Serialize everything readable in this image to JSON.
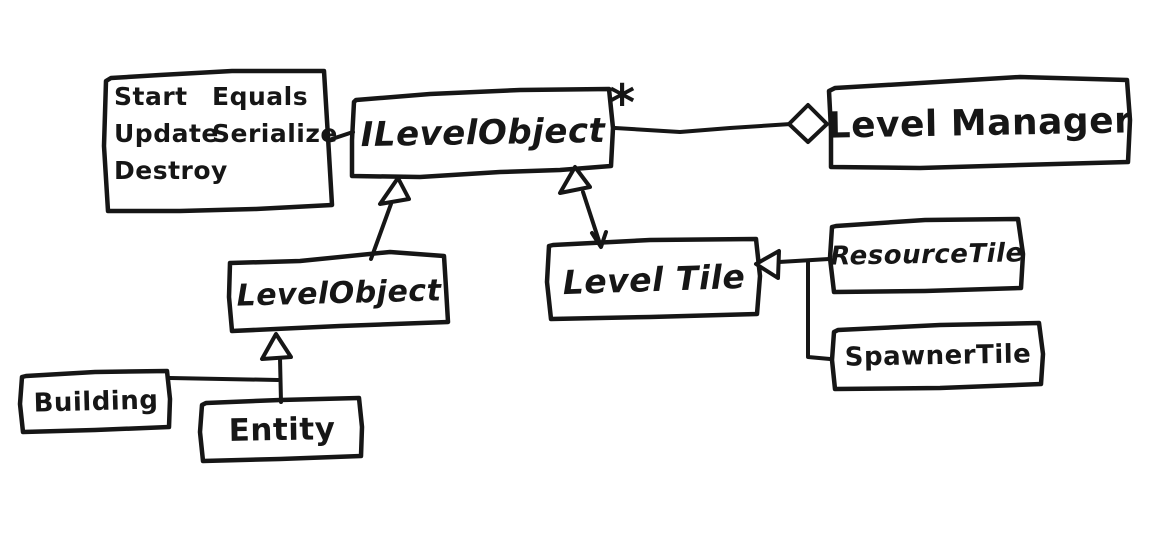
{
  "diagram": {
    "background_color": "#ffffff",
    "ink_color": "#161616",
    "interface_methods_box": {
      "rows": [
        {
          "c1": "Start",
          "c2": "Equals"
        },
        {
          "c1": "Update",
          "c2": "Serialize"
        },
        {
          "c1": "Destroy",
          "c2": ""
        }
      ]
    },
    "nodes": {
      "ilevelobject": "ILevelObject",
      "level_manager": "Level Manager",
      "levelobject": "LevelObject",
      "level_tile": "Level Tile",
      "resource_tile": "ResourceTile",
      "spawner_tile": "SpawnerTile",
      "building": "Building",
      "entity": "Entity"
    },
    "multiplicity_star": "*",
    "connections": [
      {
        "from": "ILevelObject",
        "to": "Level Manager",
        "type": "aggregation-diamond",
        "multiplicity": "*"
      },
      {
        "from": "LevelObject",
        "to": "ILevelObject",
        "type": "inheritance-hollow-triangle"
      },
      {
        "from": "Level Tile",
        "to": "ILevelObject",
        "type": "inheritance-hollow-triangle"
      },
      {
        "from": "ResourceTile",
        "to": "Level Tile",
        "type": "inheritance-hollow-triangle"
      },
      {
        "from": "SpawnerTile",
        "to": "Level Tile",
        "type": "inheritance-hollow-triangle"
      },
      {
        "from": "Building",
        "to": "LevelObject",
        "type": "inheritance-hollow-triangle"
      },
      {
        "from": "Entity",
        "to": "LevelObject",
        "type": "inheritance-hollow-triangle"
      },
      {
        "from": "methods note",
        "to": "ILevelObject",
        "type": "attached-note-line"
      }
    ]
  }
}
